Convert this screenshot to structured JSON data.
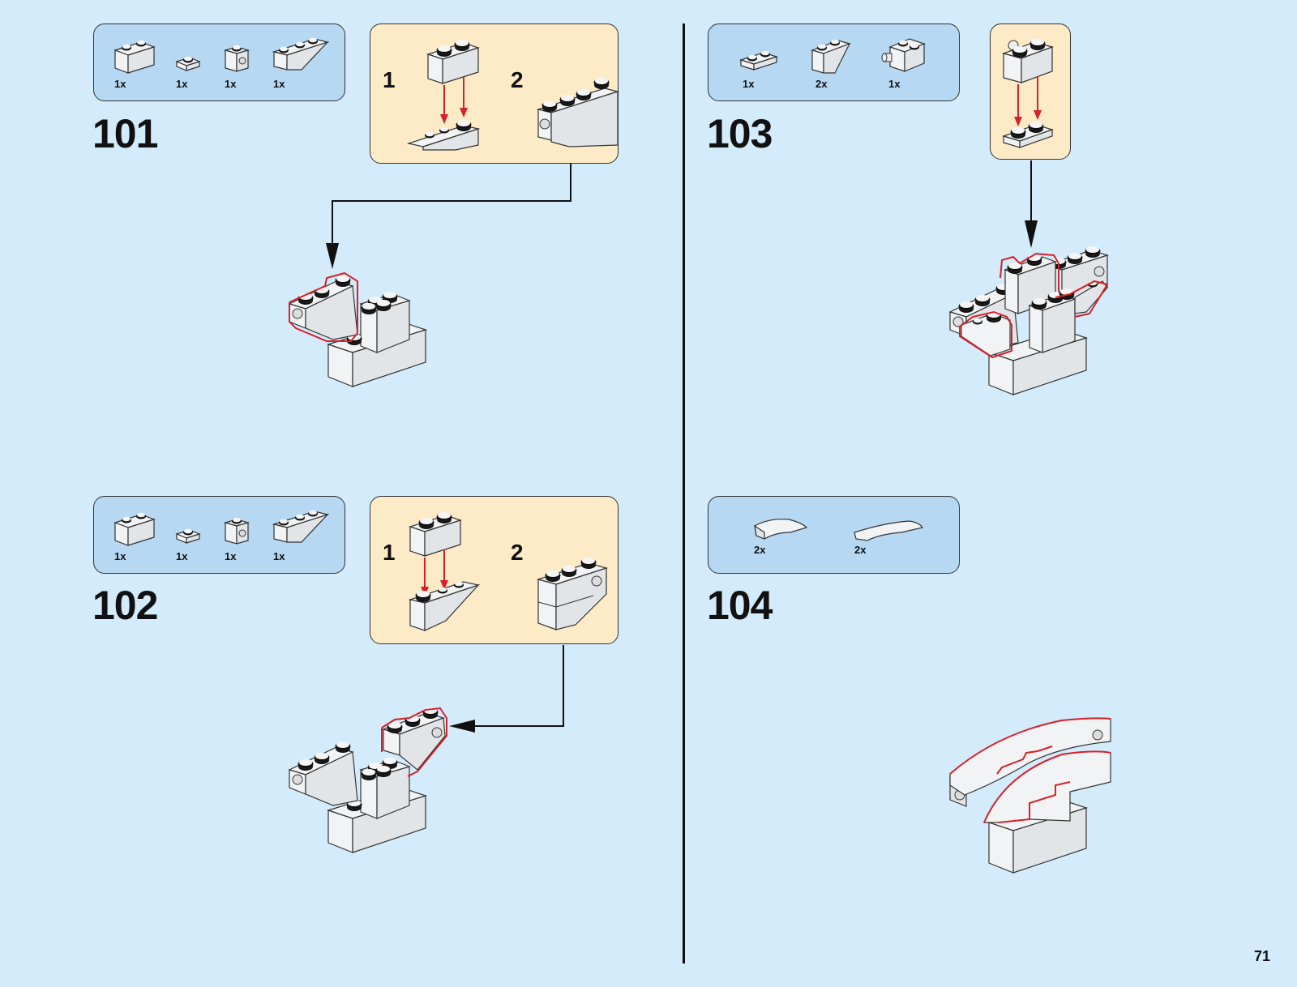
{
  "page": {
    "number": "71",
    "background": "#d4ebfb",
    "parts_box_color": "#b6d8f2",
    "subassembly_box_color": "#fdebc8",
    "highlight_color": "#d6202a"
  },
  "steps": [
    {
      "number": "101",
      "parts": [
        {
          "icon": "brick-1x2",
          "qty": "1x"
        },
        {
          "icon": "plate-1x1",
          "qty": "1x"
        },
        {
          "icon": "bracket-1x1-stud-side",
          "qty": "1x"
        },
        {
          "icon": "slope-inverted-1x3",
          "qty": "1x"
        }
      ],
      "subassembly": {
        "substeps": [
          "1",
          "2"
        ]
      }
    },
    {
      "number": "102",
      "parts": [
        {
          "icon": "brick-1x2",
          "qty": "1x"
        },
        {
          "icon": "plate-1x1",
          "qty": "1x"
        },
        {
          "icon": "bracket-1x1-stud-side",
          "qty": "1x"
        },
        {
          "icon": "slope-inverted-1x3",
          "qty": "1x"
        }
      ],
      "subassembly": {
        "substeps": [
          "1",
          "2"
        ]
      }
    },
    {
      "number": "103",
      "parts": [
        {
          "icon": "plate-1x2",
          "qty": "1x"
        },
        {
          "icon": "slope-inverted-1x2",
          "qty": "2x"
        },
        {
          "icon": "brick-1x2-with-pin",
          "qty": "1x"
        }
      ],
      "subassembly": {
        "substeps": []
      }
    },
    {
      "number": "104",
      "parts": [
        {
          "icon": "curved-slope-2x1",
          "qty": "2x"
        },
        {
          "icon": "curved-slope-4x1",
          "qty": "2x"
        }
      ]
    }
  ]
}
